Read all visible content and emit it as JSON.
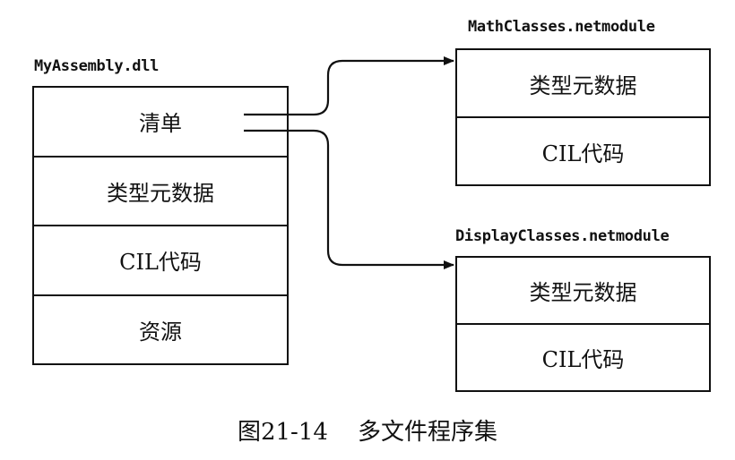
{
  "assembly": {
    "filename": "MyAssembly.dll",
    "sections": [
      "清单",
      "类型元数据",
      "CIL代码",
      "资源"
    ]
  },
  "modules": [
    {
      "filename": "MathClasses.netmodule",
      "sections": [
        "类型元数据",
        "CIL代码"
      ]
    },
    {
      "filename": "DisplayClasses.netmodule",
      "sections": [
        "类型元数据",
        "CIL代码"
      ]
    }
  ],
  "caption": {
    "figure_number": "图21-14",
    "title": "多文件程序集"
  }
}
